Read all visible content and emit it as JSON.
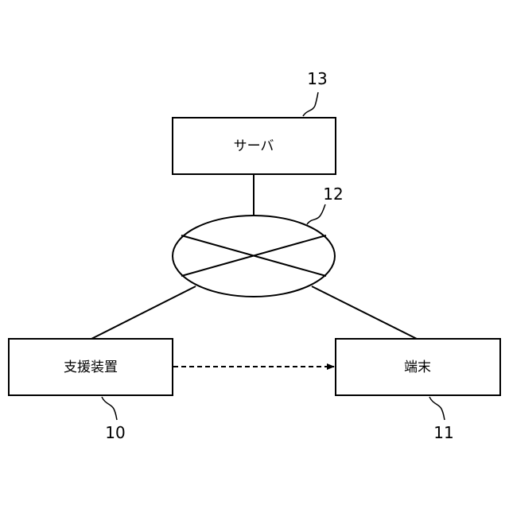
{
  "nodes": {
    "server": {
      "label": "サーバ",
      "ref": "13"
    },
    "network": {
      "ref": "12"
    },
    "support_device": {
      "label": "支援装置",
      "ref": "10"
    },
    "terminal": {
      "label": "端末",
      "ref": "11"
    }
  }
}
